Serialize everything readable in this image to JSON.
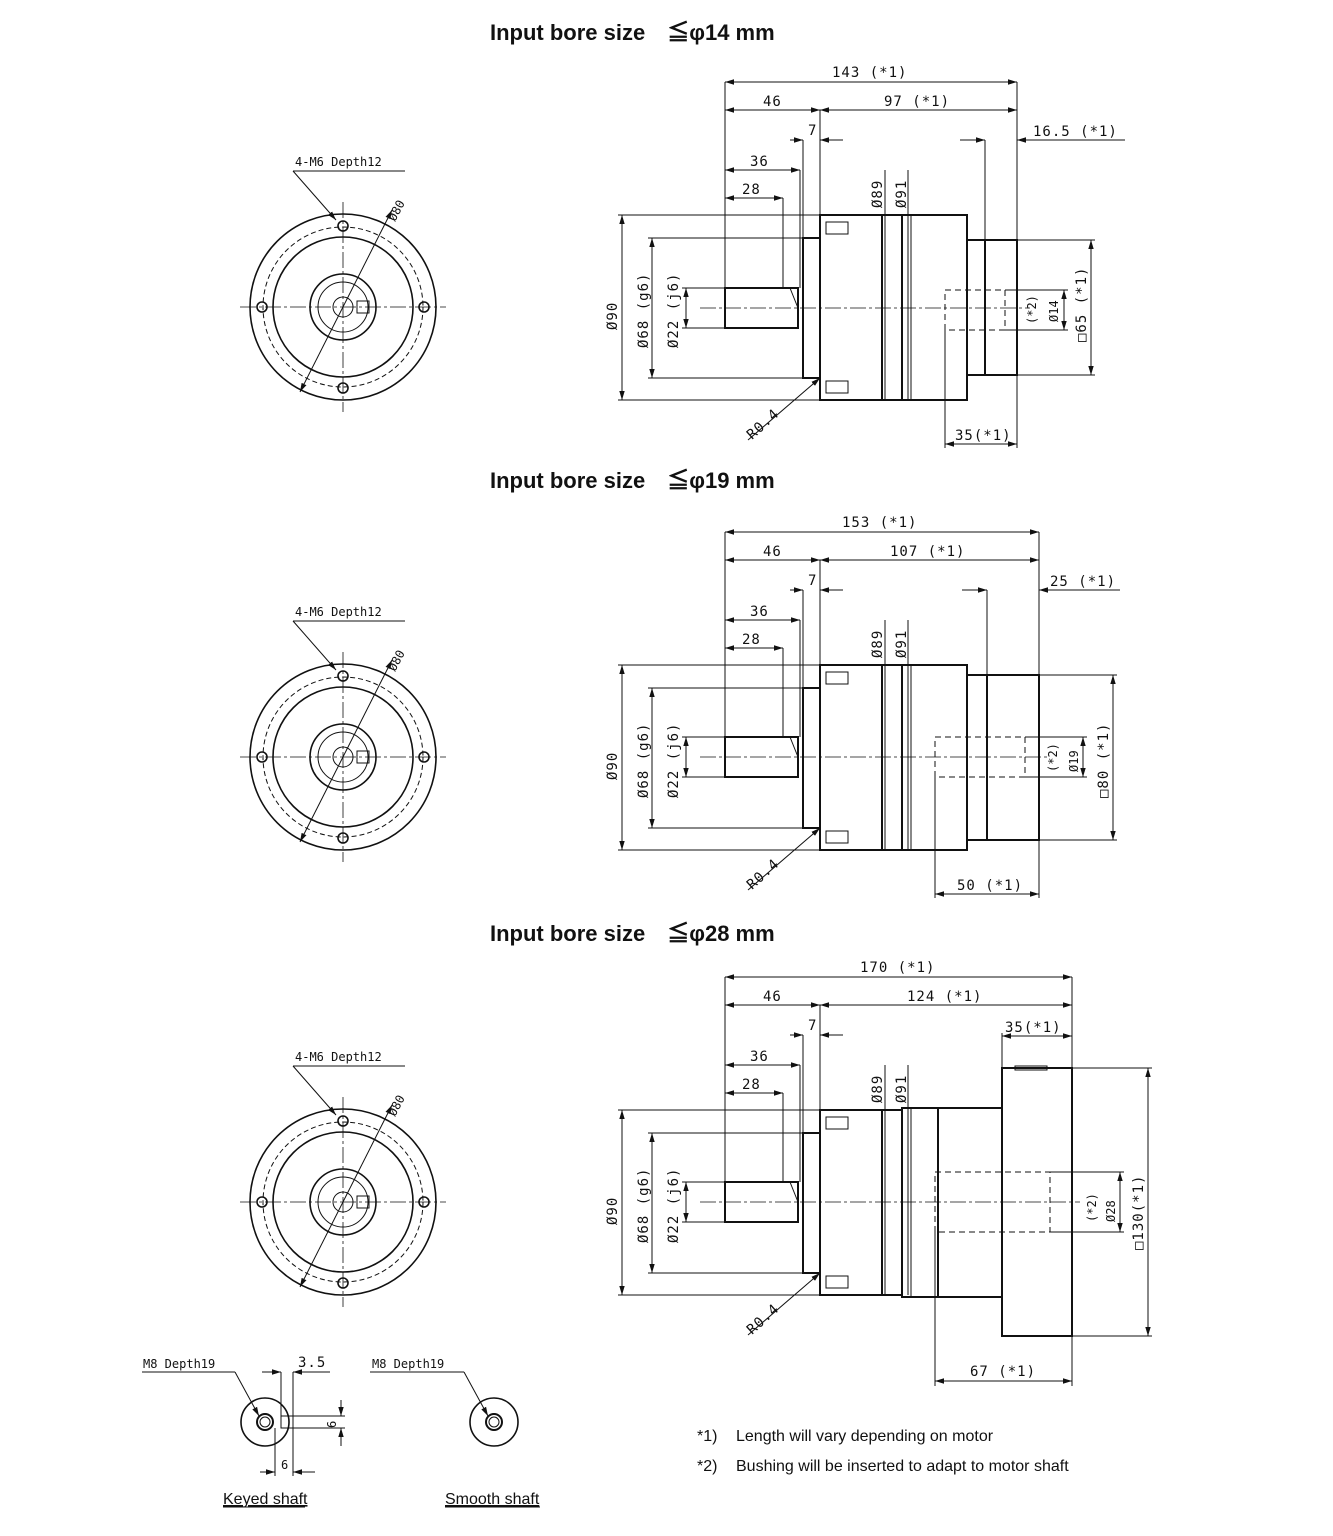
{
  "sections": [
    {
      "title": "Input bore size　≦φ14 mm",
      "front": {
        "thread": "4-M6 Depth12",
        "pcd": "Ø80"
      },
      "side": {
        "overall": "143 (*1)",
        "flange_len": "46",
        "body_len": "97 (*1)",
        "step": "7",
        "d36": "36",
        "d28": "28",
        "d89": "Ø89",
        "d91": "Ø91",
        "motor_flange": "16.5 (*1)",
        "d90": "Ø90",
        "d68": "Ø68 (g6)",
        "d22": "Ø22 (j6)",
        "bore_tag": "(*2)",
        "bore": "Ø14",
        "square": "□65 (*1)",
        "radius": "R0.4",
        "adapter_len": "35(*1)"
      }
    },
    {
      "title": "Input bore size　≦φ19 mm",
      "front": {
        "thread": "4-M6 Depth12",
        "pcd": "Ø80"
      },
      "side": {
        "overall": "153 (*1)",
        "flange_len": "46",
        "body_len": "107 (*1)",
        "step": "7",
        "d36": "36",
        "d28": "28",
        "d89": "Ø89",
        "d91": "Ø91",
        "motor_flange": "25 (*1)",
        "d90": "Ø90",
        "d68": "Ø68 (g6)",
        "d22": "Ø22 (j6)",
        "bore_tag": "(*2)",
        "bore": "Ø19",
        "square": "□80 (*1)",
        "radius": "R0.4",
        "adapter_len": "50 (*1)"
      }
    },
    {
      "title": "Input bore size　≦φ28 mm",
      "front": {
        "thread": "4-M6 Depth12",
        "pcd": "Ø80"
      },
      "side": {
        "overall": "170 (*1)",
        "flange_len": "46",
        "body_len": "124 (*1)",
        "step": "7",
        "d36": "36",
        "d28": "28",
        "d89": "Ø89",
        "d91": "Ø91",
        "motor_flange": "35(*1)",
        "d90": "Ø90",
        "d68": "Ø68 (g6)",
        "d22": "Ø22 (j6)",
        "bore_tag": "(*2)",
        "bore": "Ø28",
        "square": "□130(*1)",
        "radius": "R0.4",
        "adapter_len": "67 (*1)"
      }
    }
  ],
  "shafts": {
    "keyed": {
      "thread": "M8 Depth19",
      "key_width": "3.5",
      "key_height": "6",
      "key_offset": "6",
      "caption": "Keyed shaft"
    },
    "smooth": {
      "thread": "M8 Depth19",
      "caption": "Smooth shaft"
    }
  },
  "notes": [
    {
      "mark": "*1)",
      "text": "Length will vary depending on motor"
    },
    {
      "mark": "*2)",
      "text": "Bushing will be inserted to adapt to motor shaft"
    }
  ]
}
